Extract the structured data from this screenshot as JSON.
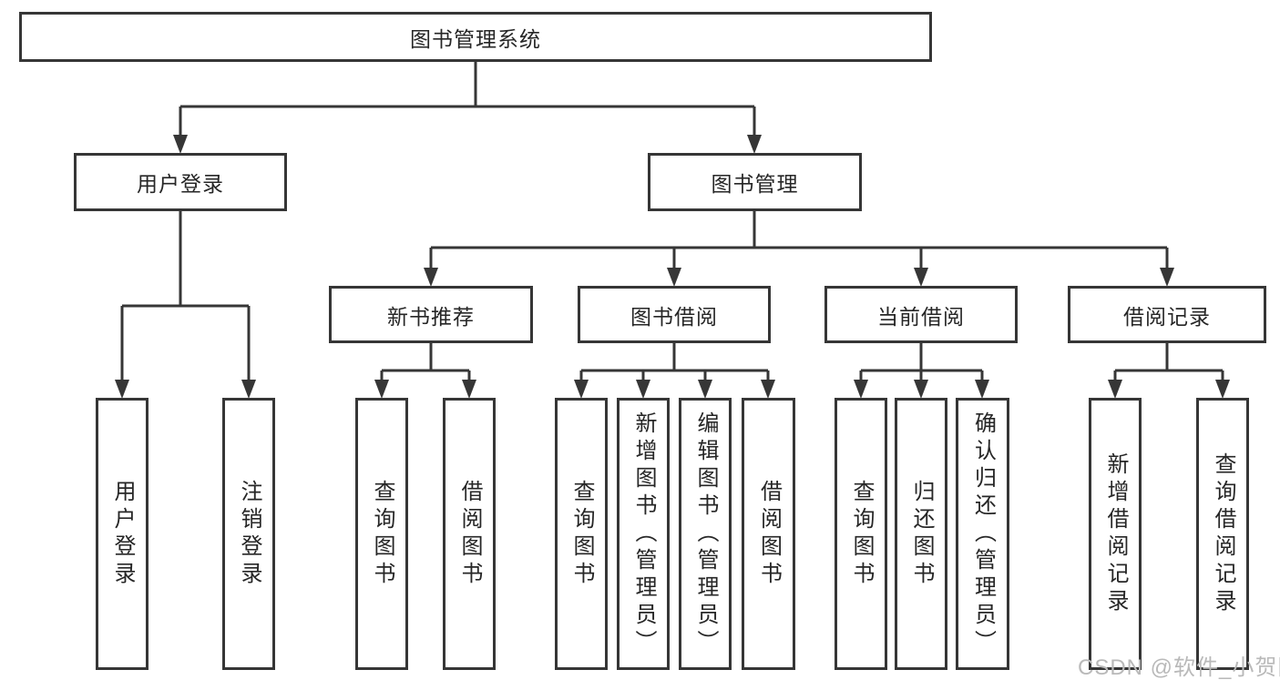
{
  "diagram": {
    "root": {
      "label": "图书管理系统"
    },
    "level2": [
      {
        "label": "用户登录"
      },
      {
        "label": "图书管理"
      }
    ],
    "level3": [
      {
        "label": "新书推荐"
      },
      {
        "label": "图书借阅"
      },
      {
        "label": "当前借阅"
      },
      {
        "label": "借阅记录"
      }
    ],
    "leaves": {
      "user": [
        "用户登录",
        "注销登录"
      ],
      "recommend": [
        "查询图书",
        "借阅图书"
      ],
      "borrow": [
        "查询图书",
        "新增图书（管理员）",
        "编辑图书（管理员）",
        "借阅图书"
      ],
      "current": [
        "查询图书",
        "归还图书",
        "确认归还（管理员）"
      ],
      "records": [
        "新增借阅记录",
        "查询借阅记录"
      ]
    }
  },
  "watermark": "CSDN @软件_小贺同学",
  "colors": {
    "line": "#363636",
    "box_border": "#363636",
    "box_background": "#ffffff",
    "text": "#262626",
    "watermark": "#b9b9b9"
  }
}
